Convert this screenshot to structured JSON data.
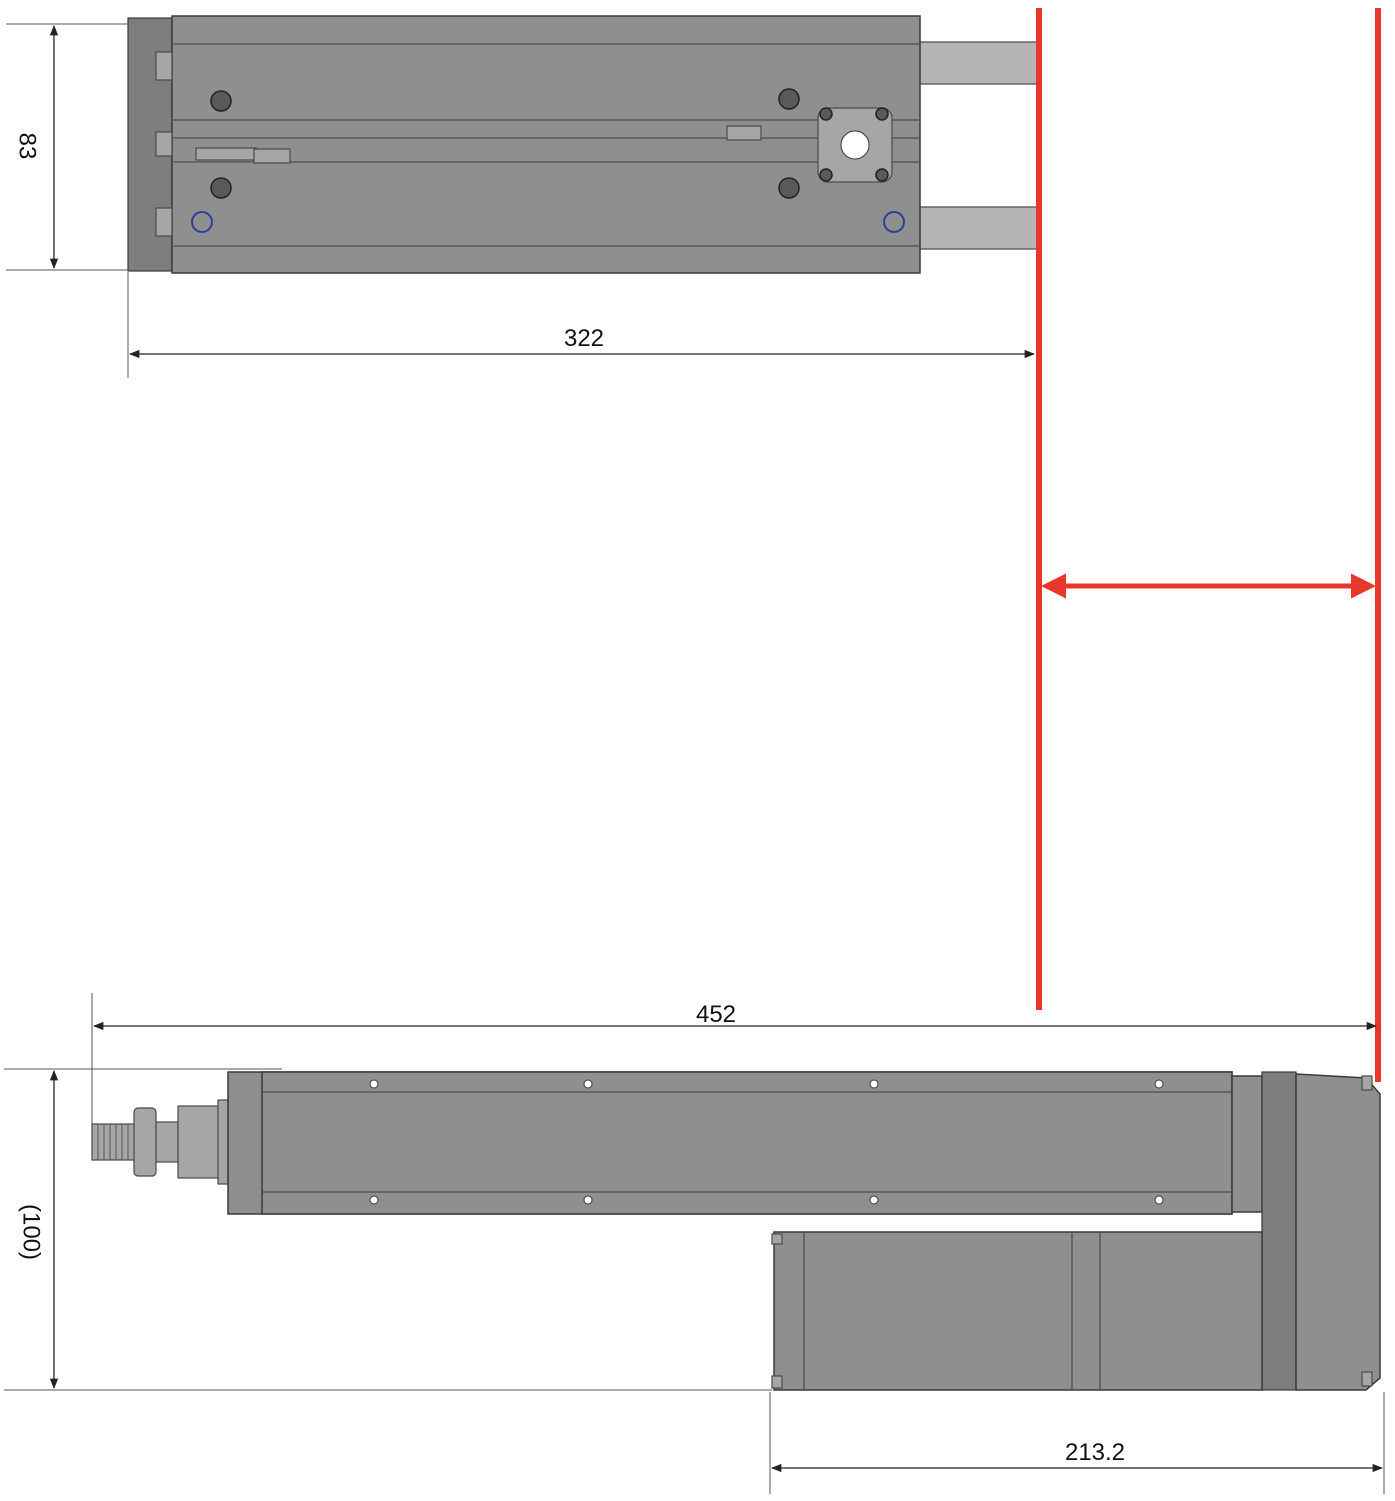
{
  "dimensions": {
    "top_height": "83",
    "top_length": "322",
    "bottom_length": "452",
    "bottom_height": "(100)",
    "motor_length": "213.2"
  },
  "colors": {
    "stroke_marker": "#e8372a",
    "body": "#8f8f8f",
    "ink": "#111111"
  }
}
